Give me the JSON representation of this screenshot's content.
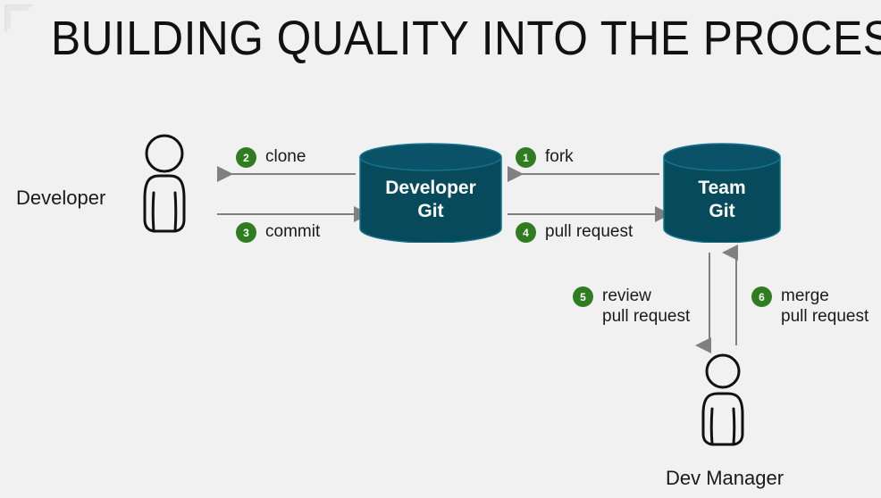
{
  "slide": {
    "title": "BUILDING QUALITY INTO THE PROCESS",
    "background_color": "#f1f1f1",
    "logo_icon": "corner-bracket-logo"
  },
  "colors": {
    "cylinder_fill": "#074a5c",
    "cylinder_top": "#0a5268",
    "cylinder_stroke": "#10667d",
    "badge_green": "#2f7d20",
    "arrow_gray": "#808080",
    "text_dark": "#1a1a1a",
    "text_light": "#ffffff"
  },
  "nodes": {
    "developer": {
      "label": "Developer",
      "icon": "person-icon"
    },
    "developer_git": {
      "line1": "Developer",
      "line2": "Git",
      "icon": "database-cylinder-icon"
    },
    "team_git": {
      "line1": "Team",
      "line2": "Git",
      "icon": "database-cylinder-icon"
    },
    "dev_manager": {
      "label": "Dev Manager",
      "icon": "person-icon"
    }
  },
  "steps": [
    {
      "number": "1",
      "label": "fork",
      "line2": "",
      "from": "team_git",
      "to": "developer_git",
      "direction": "left"
    },
    {
      "number": "2",
      "label": "clone",
      "line2": "",
      "from": "developer_git",
      "to": "developer",
      "direction": "left"
    },
    {
      "number": "3",
      "label": "commit",
      "line2": "",
      "from": "developer",
      "to": "developer_git",
      "direction": "right"
    },
    {
      "number": "4",
      "label": "pull request",
      "line2": "",
      "from": "developer_git",
      "to": "team_git",
      "direction": "right"
    },
    {
      "number": "5",
      "label": "review",
      "line2": "pull request",
      "from": "team_git",
      "to": "dev_manager",
      "direction": "down"
    },
    {
      "number": "6",
      "label": "merge",
      "line2": "pull request",
      "from": "dev_manager",
      "to": "team_git",
      "direction": "up"
    }
  ]
}
